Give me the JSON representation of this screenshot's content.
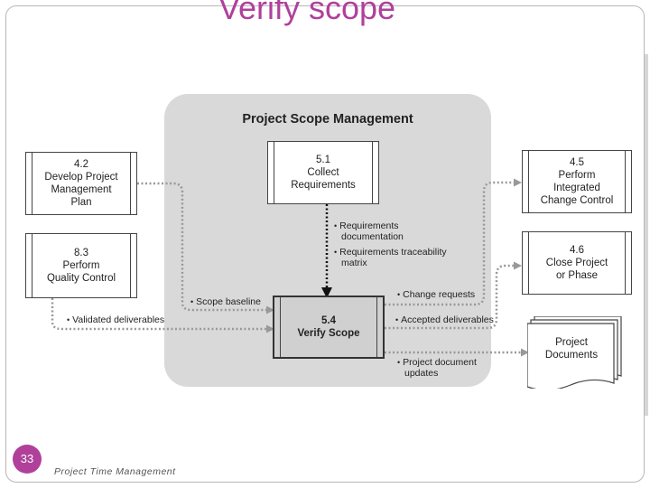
{
  "slide": {
    "title": "Verify scope",
    "page_number": "33",
    "footer": "Project Time Management"
  },
  "diagram": {
    "panel_title": "Project Scope Management",
    "boxes": {
      "develop_plan": {
        "number": "4.2",
        "label_lines": [
          "Develop Project",
          "Management",
          "Plan"
        ]
      },
      "quality_control": {
        "number": "8.3",
        "label_lines": [
          "Perform",
          "Quality Control"
        ]
      },
      "collect_requirements": {
        "number": "5.1",
        "label_lines": [
          "Collect",
          "Requirements"
        ]
      },
      "verify_scope": {
        "number": "5.4",
        "label_lines": [
          "Verify Scope"
        ]
      },
      "integrated_change": {
        "number": "4.5",
        "label_lines": [
          "Perform",
          "Integrated",
          "Change Control"
        ]
      },
      "close_project": {
        "number": "4.6",
        "label_lines": [
          "Close Project",
          "or Phase"
        ]
      },
      "project_documents": {
        "label_lines": [
          "Project",
          "Documents"
        ]
      }
    },
    "flows": {
      "requirements_documentation": [
        "Requirements",
        "documentation"
      ],
      "traceability_matrix": [
        "Requirements traceability",
        "matrix"
      ],
      "scope_baseline": "Scope baseline",
      "validated_deliverables": "Validated deliverables",
      "change_requests": "Change requests",
      "accepted_deliverables": "Accepted deliverables",
      "document_updates": [
        "Project document",
        "updates"
      ]
    },
    "bullet": "•"
  }
}
